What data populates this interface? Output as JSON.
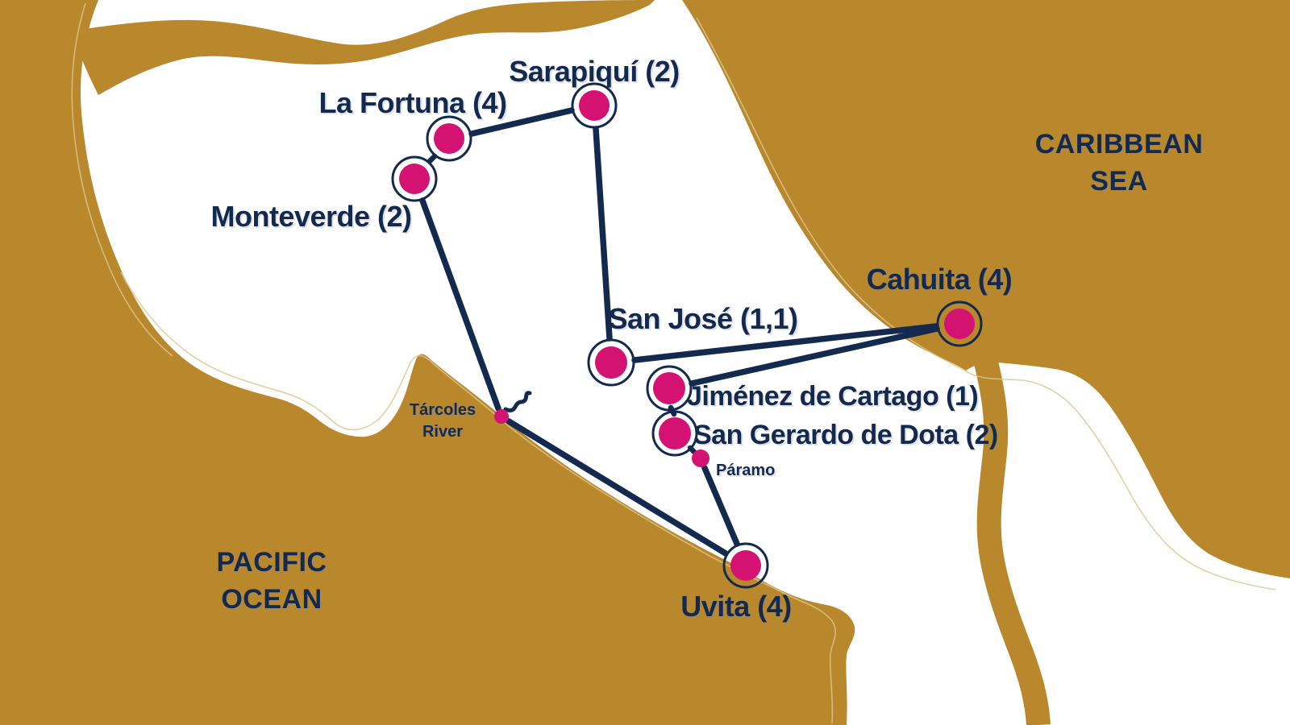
{
  "colors": {
    "land_gold": "#B9882C",
    "route_navy": "#14294E",
    "marker_pink": "#D31271",
    "background": "#FFFFFF",
    "coast_hairline": "#DCC78F"
  },
  "ocean_labels": {
    "caribbean_line1": "CARIBBEAN",
    "caribbean_line2": "SEA",
    "pacific_line1": "PACIFIC",
    "pacific_line2": "OCEAN"
  },
  "stops": {
    "sarapiqui": {
      "label": "Sarapiquí (2)"
    },
    "la_fortuna": {
      "label": "La Fortuna (4)"
    },
    "monteverde": {
      "label": "Monteverde (2)"
    },
    "san_jose": {
      "label": "San José (1,1)"
    },
    "cahuita": {
      "label": "Cahuita (4)"
    },
    "jimenez": {
      "label": "Jiménez de Cartago (1)"
    },
    "san_gerardo": {
      "label": "San Gerardo de Dota (2)"
    },
    "uvita": {
      "label": "Uvita (4)"
    }
  },
  "waypoints": {
    "tarcoles_line1": "Tárcoles",
    "tarcoles_line2": "River",
    "paramo": "Páramo"
  }
}
